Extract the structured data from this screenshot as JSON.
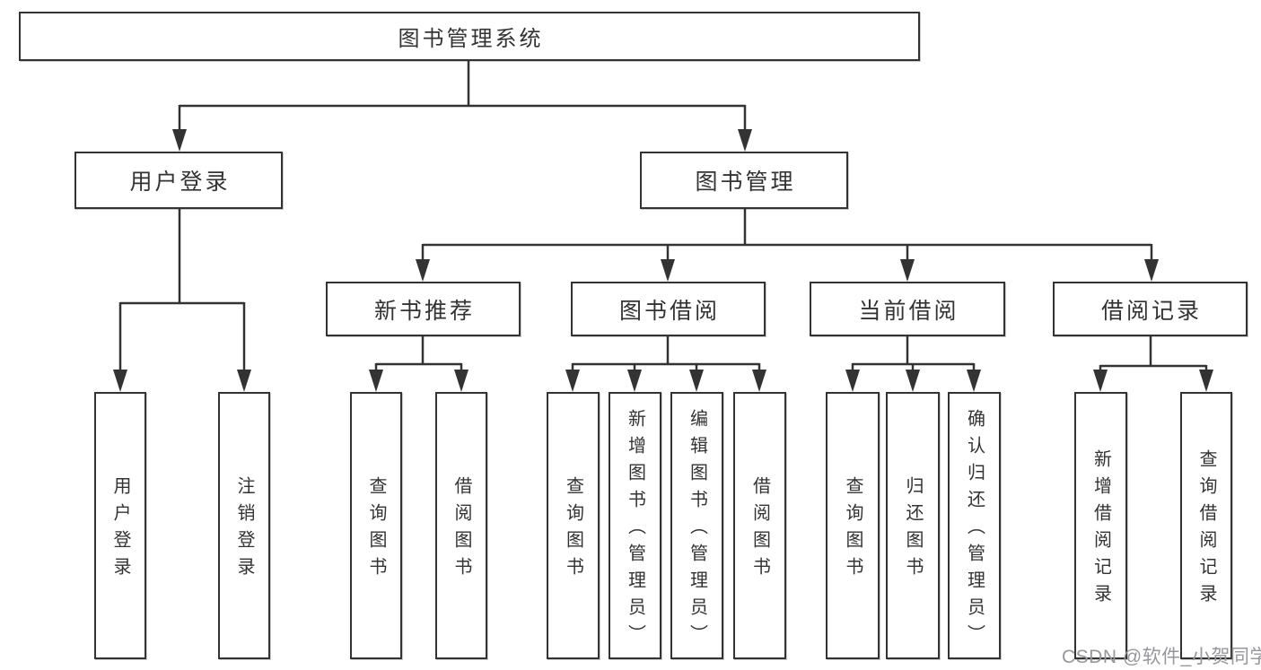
{
  "diagram": {
    "root": "图书管理系统",
    "level2": {
      "user_login": "用户登录",
      "book_management": "图书管理"
    },
    "level3": {
      "new_book_recommend": "新书推荐",
      "book_borrow": "图书借阅",
      "current_borrow": "当前借阅",
      "borrow_record": "借阅记录"
    },
    "leaves": {
      "user_login": "用户登录",
      "logout": "注销登录",
      "recommend_query_book": "查询图书",
      "recommend_borrow_book": "借阅图书",
      "borrow_query_book": "查询图书",
      "borrow_add_book": "新增图书（管理员）",
      "borrow_edit_book": "编辑图书（管理员）",
      "borrow_borrow_book": "借阅图书",
      "current_query_book": "查询图书",
      "current_return_book": "归还图书",
      "current_confirm_return": "确认归还（管理员）",
      "record_add": "新增借阅记录",
      "record_query": "查询借阅记录"
    },
    "watermark": "CSDN @软件_小贺同学",
    "colors": {
      "line": "#333333",
      "text": "#333333",
      "background": "#ffffff",
      "watermark": "#97979b"
    }
  }
}
